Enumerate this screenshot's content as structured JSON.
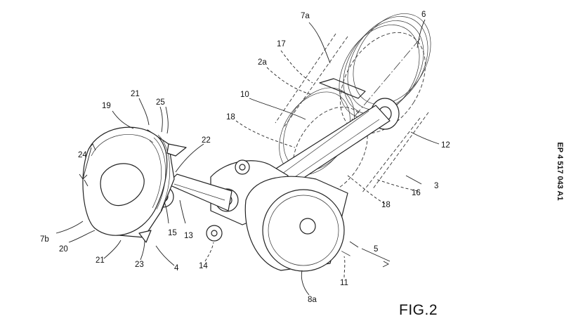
{
  "publication_number": "EP 4 517 043 A1",
  "figure_label": "FIG.2",
  "reference_numerals": [
    "7a",
    "6",
    "17",
    "2a",
    "10",
    "18",
    "12",
    "3",
    "16",
    "18",
    "5",
    "11",
    "8a",
    "21",
    "25",
    "19",
    "22",
    "24",
    "7b",
    "20",
    "15",
    "13",
    "21",
    "23",
    "4",
    "14"
  ]
}
